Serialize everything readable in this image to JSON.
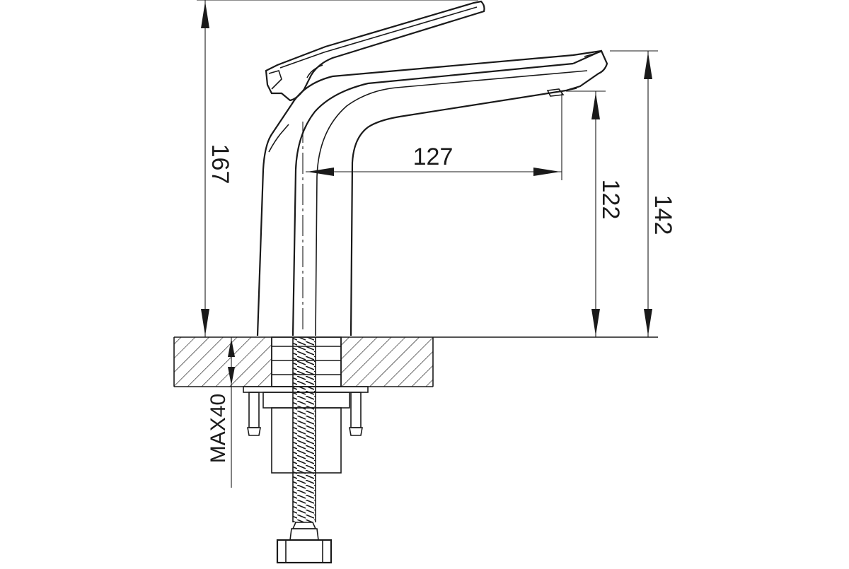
{
  "drawing": {
    "dimensions": {
      "total_height": "167",
      "spout_reach": "127",
      "spout_outlet_height": "122",
      "spout_top_height": "142",
      "mounting_thickness": "MAX40"
    },
    "colors": {
      "line": "#1a1a1a",
      "background": "#ffffff"
    }
  }
}
